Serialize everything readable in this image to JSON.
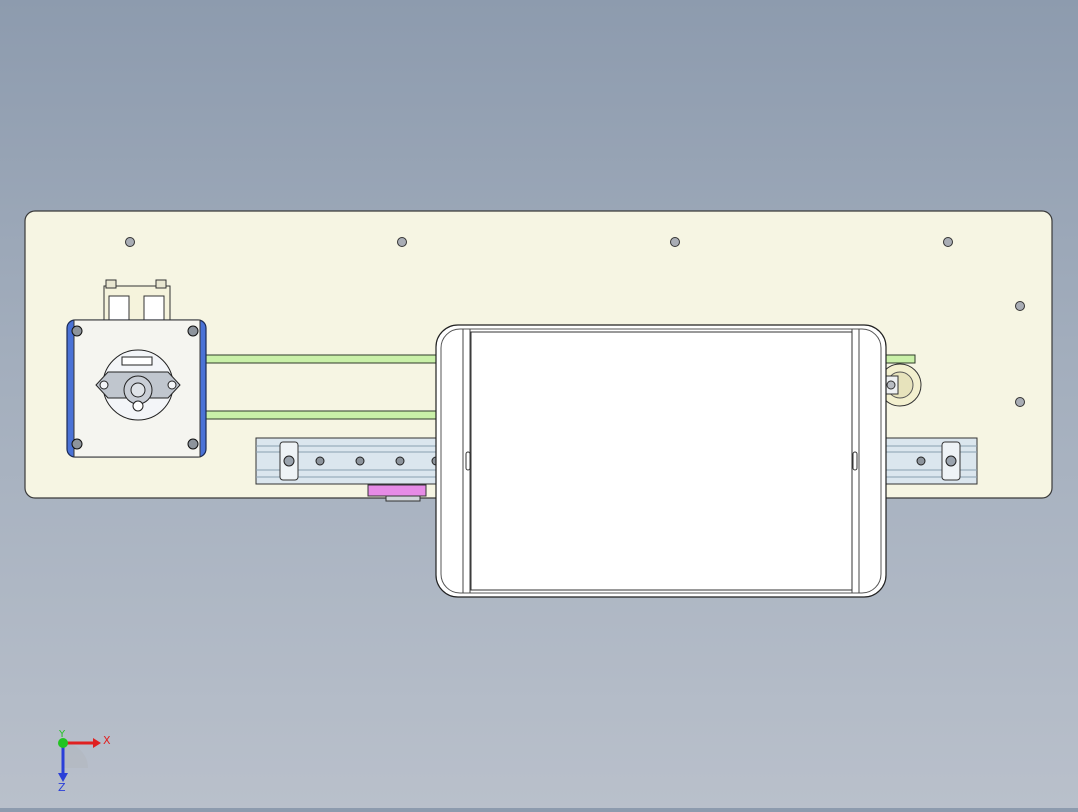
{
  "window": {
    "title": ""
  },
  "triad": {
    "x_label": "X",
    "y_label": "Y",
    "z_label": "Z",
    "x_color": "#e02020",
    "y_color": "#22c422",
    "z_color": "#2a3fd8"
  },
  "colors": {
    "plate": "#f6f5e3",
    "motor_flange": "#4a72d6",
    "belt": "#c9f0a8",
    "rail": "#d8e4ec",
    "carriage": "#ffffff",
    "sensor": "#e68be6"
  },
  "icons": {
    "triad": "coordinate-triad-icon",
    "hole": "mounting-hole-icon"
  }
}
